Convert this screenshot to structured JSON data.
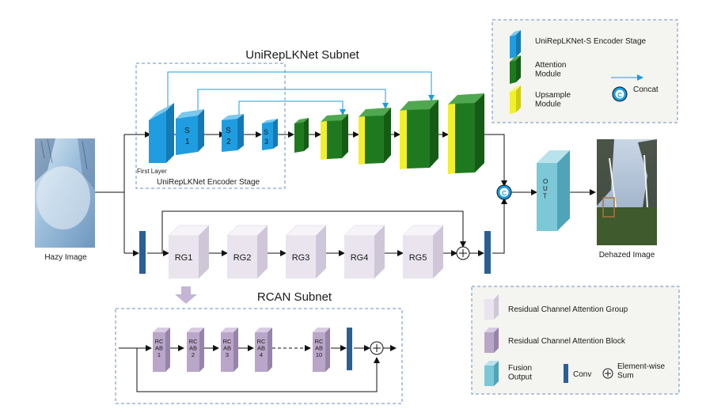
{
  "titles": {
    "unirep_subnet": "UniRepLKNet Subnet",
    "rcan_subnet": "RCAN Subnet"
  },
  "input_label": "Hazy Image",
  "output_label": "Dehazed Image",
  "encoder": {
    "first_layer_label": "First Layer",
    "stage_caption": "UniRepLKNet Encoder Stage",
    "stages": [
      "S\n1",
      "S\n2",
      "S\n3"
    ]
  },
  "concat_symbol": "C",
  "out_block_label": "O\nU\nT",
  "rg_blocks": [
    "RG1",
    "RG2",
    "RG3",
    "RG4",
    "RG5"
  ],
  "rcab_blocks": [
    "RC\nAB\n1",
    "RC\nAB\n2",
    "RC\nAB\n3",
    "RC\nAB\n4",
    "RC\nAB\n10"
  ],
  "legend_top": {
    "encoder_stage": "UniRepLKNet-S Encoder Stage",
    "attention": "Attention\nModule",
    "upsample": "Upsample\nModule",
    "concat": "Concat"
  },
  "legend_bottom": {
    "rcag": "Residual Channel Attention Group",
    "rcab": "Residual Channel Attention Block",
    "fusion": "Fusion\nOutput",
    "conv": "Conv",
    "sum": "Element-wise\nSum"
  },
  "colors": {
    "encoder_blue": "#1f9de0",
    "attention_green": "#1f7a1f",
    "upsample_yellow": "#f2f02a",
    "concat_blue": "#1b9ce0",
    "conv_blue": "#2a5f94",
    "rg_light": "#e9e4ee",
    "rcab_purple": "#b9a6c8",
    "fusion_teal": "#7cc8d6",
    "dashed_border": "#6b8ec4"
  }
}
